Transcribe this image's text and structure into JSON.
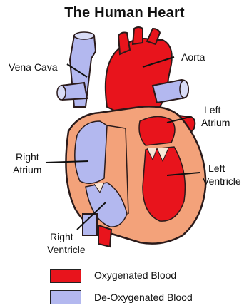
{
  "title": "The Human Heart",
  "labels": {
    "vena_cava": "Vena Cava",
    "aorta": "Aorta",
    "left_atrium_1": "Left",
    "left_atrium_2": "Atrium",
    "right_atrium_1": "Right",
    "right_atrium_2": "Atrium",
    "left_ventricle_1": "Left",
    "left_ventricle_2": "Ventricle",
    "right_ventricle_1": "Right",
    "right_ventricle_2": "Ventricle"
  },
  "legend": [
    {
      "label": "Oxygenated Blood",
      "color": "#e8141c"
    },
    {
      "label": "De-Oxygenated Blood",
      "color": "#b3b8ef"
    }
  ],
  "colors": {
    "oxygenated": "#e8141c",
    "deoxygenated": "#b3b8ef",
    "muscle": "#f3a27a",
    "outline": "#2a1a1a"
  }
}
